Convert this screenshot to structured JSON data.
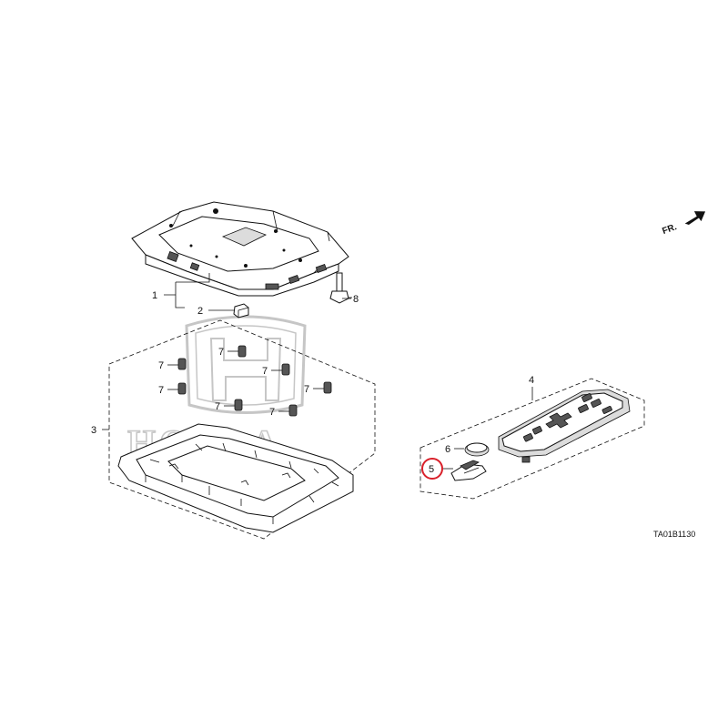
{
  "diagram": {
    "watermark": {
      "brand_text": "HONDA",
      "logo_icon": "honda-h-logo"
    },
    "direction": {
      "label": "FR.",
      "icon": "arrow-right-icon"
    },
    "drawing_code": "TA01B1130",
    "highlight_color": "#d9202a",
    "callouts": {
      "part_1": "1",
      "part_2": "2",
      "part_3": "3",
      "part_4": "4",
      "part_5": "5",
      "part_6": "6",
      "part_7": "7",
      "part_8": "8"
    }
  }
}
